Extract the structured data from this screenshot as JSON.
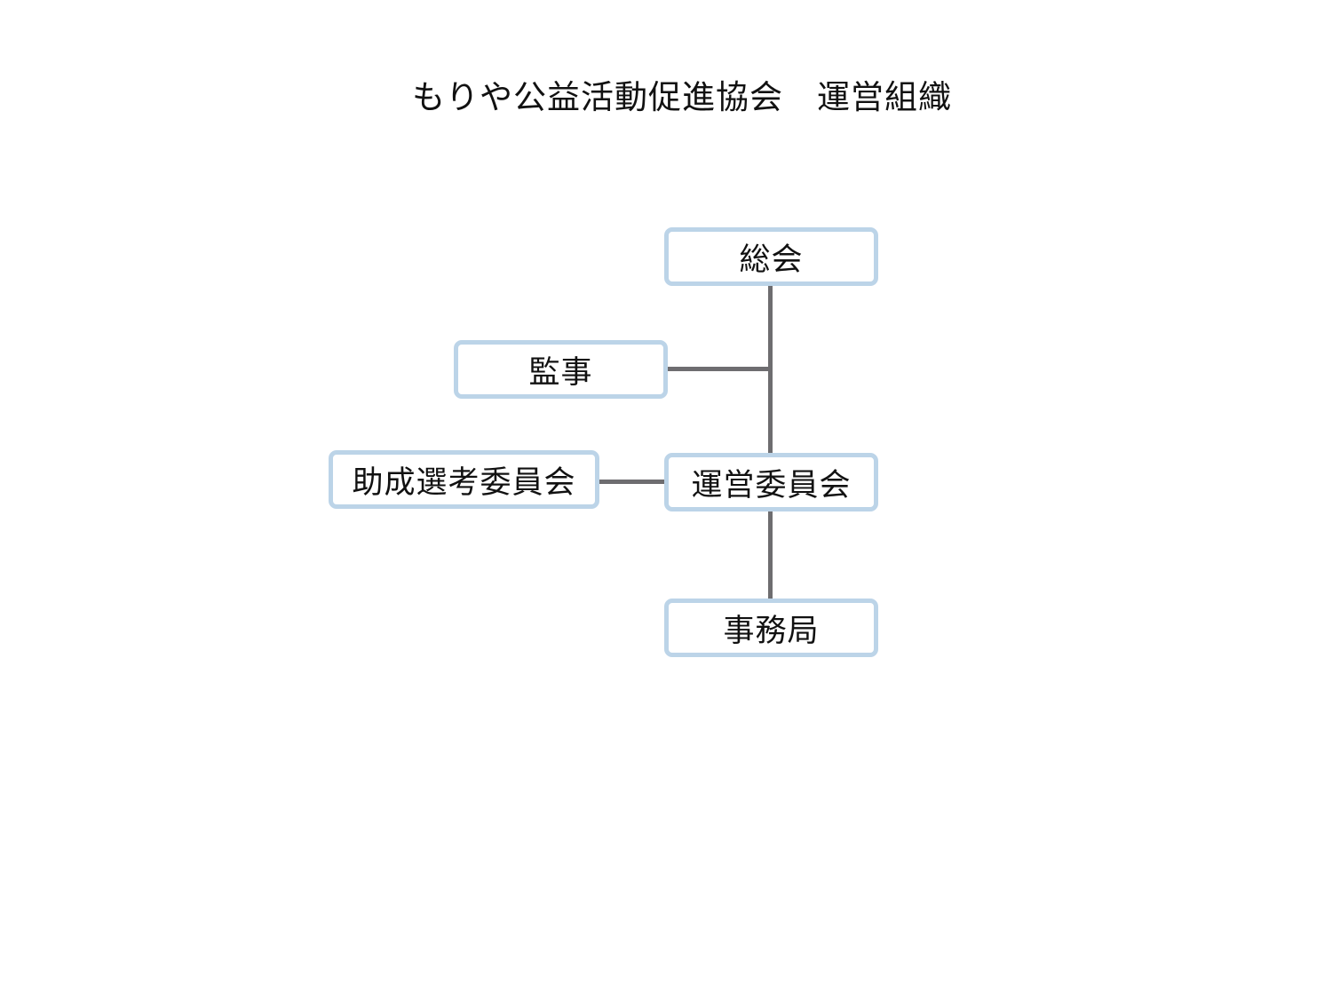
{
  "title": "もりや公益活動促進協会　運営組織",
  "org_chart": {
    "nodes": {
      "general_assembly": "総会",
      "auditor": "監事",
      "steering_committee": "運営委員会",
      "grant_selection_committee": "助成選考委員会",
      "secretariat": "事務局"
    },
    "edges": [
      [
        "general_assembly",
        "steering_committee"
      ],
      [
        "auditor",
        "general_assembly"
      ],
      [
        "grant_selection_committee",
        "steering_committee"
      ],
      [
        "steering_committee",
        "secretariat"
      ]
    ]
  },
  "colors": {
    "box_border": "#bcd4e8",
    "connector": "#6e6d70",
    "text": "#111111",
    "background": "#ffffff"
  }
}
